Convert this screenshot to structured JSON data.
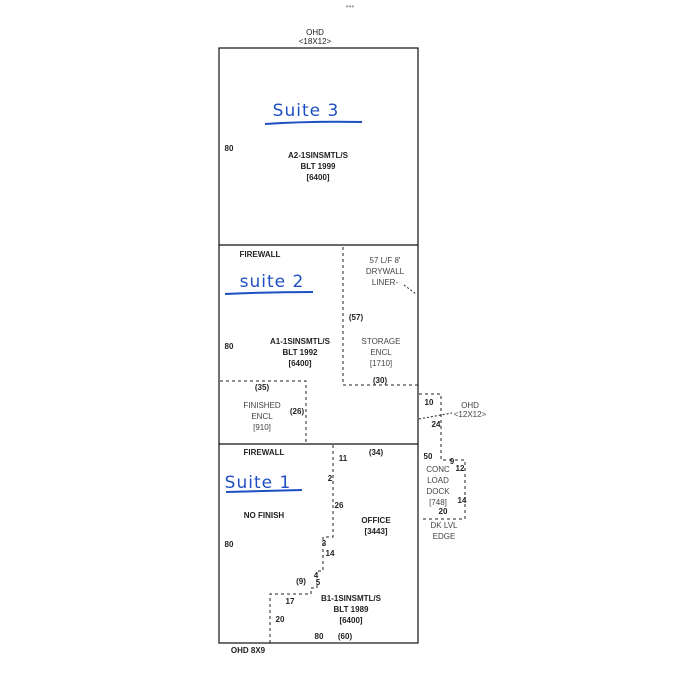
{
  "menu_dots": "•••",
  "suite3": {
    "handwritten": "Suite 3",
    "door": "OHD",
    "door_size": "<18X12>",
    "depth": "80",
    "name": "A2-1SINSMTL/S",
    "built": "BLT 1999",
    "area": "[6400]"
  },
  "suite2": {
    "firewall": "FIREWALL",
    "handwritten": "suite 2",
    "depth": "80",
    "name": "A1-1SINSMTL/S",
    "built": "BLT 1992",
    "area": "[6400]",
    "liner": [
      "57 L/F 8'",
      "DRYWALL",
      "LINER-"
    ],
    "storage": {
      "dim_side": "(57)",
      "label": "STORAGE",
      "label2": "ENCL",
      "area": "[1710]",
      "dim_bottom": "(30)"
    },
    "finished": {
      "dim_top": "(35)",
      "label": "FINISHED",
      "label2": "ENCL",
      "area": "[910]",
      "dim_side": "(26)"
    }
  },
  "dock": {
    "door": "OHD",
    "door_size": "<12X12>",
    "dims": [
      "10",
      "24",
      "50",
      "9",
      "12",
      "14",
      "20"
    ],
    "label": [
      "CONC",
      "LOAD",
      "DOCK"
    ],
    "area": "[748]",
    "edge": [
      "DK LVL",
      "EDGE"
    ]
  },
  "suite1": {
    "firewall": "FIREWALL",
    "handwritten": "Suite 1",
    "depth": "80",
    "no_finish": "NO FINISH",
    "office": "OFFICE",
    "office_area": "[3443]",
    "dims": [
      "(34)",
      "11",
      "2",
      "26",
      "3",
      "14",
      "(9)",
      "4",
      "5",
      "17",
      "20",
      "80",
      "(60)"
    ],
    "name": "B1-1SINSMTL/S",
    "built": "BLT 1989",
    "area": "[6400]",
    "door": "OHD 8X9"
  }
}
